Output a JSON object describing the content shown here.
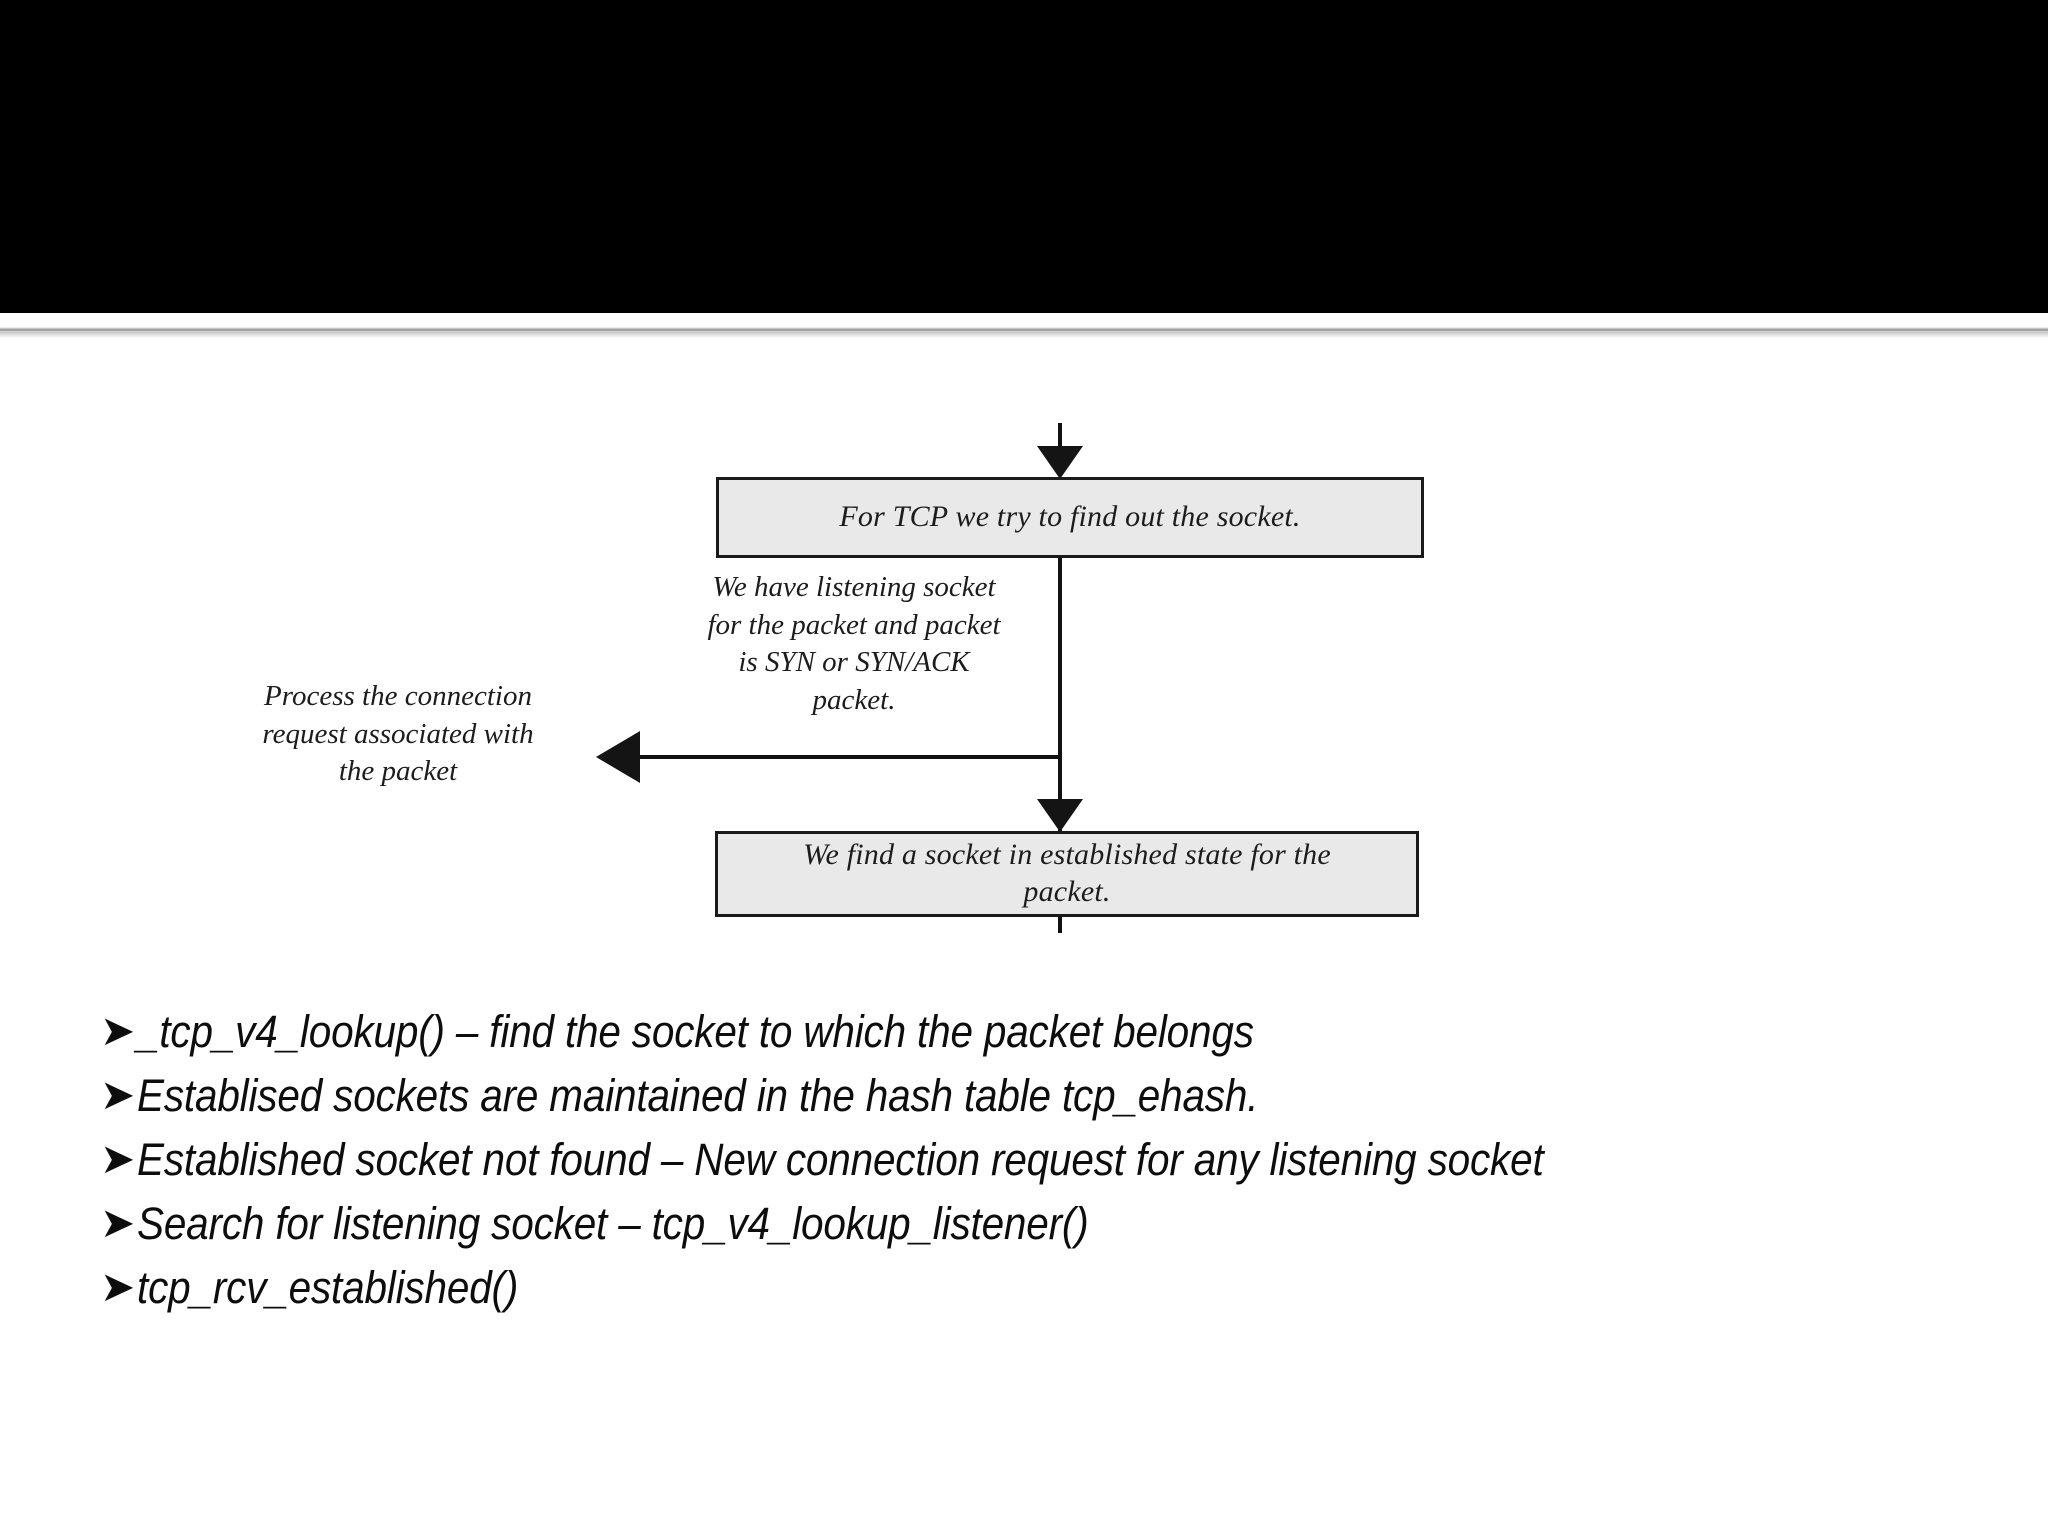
{
  "slide": {
    "banner": {
      "background_color": "#000000",
      "divider_color": "#8c8c8c"
    },
    "diagram": {
      "type": "flowchart",
      "box_fill": "#e9e9e9",
      "box_border": "#1a1a1a",
      "boxes": [
        {
          "id": "tcp-lookup",
          "text": "For TCP we try to find out the socket."
        },
        {
          "id": "established",
          "text": "We find a socket in established state for the packet."
        }
      ],
      "labels": [
        {
          "id": "listening-condition",
          "text": "We have listening socket\nfor the packet and packet\nis SYN or SYN/ACK\npacket."
        },
        {
          "id": "process-connection",
          "text": "Process the connection\nrequest associated with\nthe packet"
        }
      ],
      "connectors": [
        {
          "id": "into-tcp-lookup",
          "direction": "down"
        },
        {
          "id": "tcp-lookup-to-established",
          "direction": "down"
        },
        {
          "id": "branch-to-process",
          "direction": "left"
        }
      ]
    },
    "bullets": {
      "marker": "arrow-bullet",
      "marker_glyph": "➤",
      "items": [
        "_tcp_v4_lookup() – find the socket to which the packet belongs",
        "Establised sockets are maintained in the hash table tcp_ehash.",
        "Established socket not found – New connection request for any listening socket",
        "Search for listening socket – tcp_v4_lookup_listener()",
        "tcp_rcv_established()"
      ]
    }
  }
}
